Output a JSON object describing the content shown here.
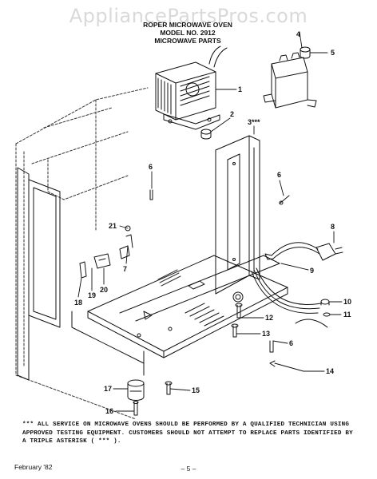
{
  "watermark": "AppliancePartsPros.com",
  "header": {
    "line1": "ROPER MICROWAVE OVEN",
    "line2": "MODEL NO. 2912",
    "line3": "MICROWAVE PARTS"
  },
  "callouts": {
    "c1": "1",
    "c2": "2",
    "c3": "3***",
    "c4": "4",
    "c5": "5",
    "c6a": "6",
    "c6b": "6",
    "c6c": "6",
    "c7": "7",
    "c8": "8",
    "c9": "9",
    "c10": "10",
    "c11": "11",
    "c12": "12",
    "c13": "13",
    "c14": "14",
    "c15": "15",
    "c16": "16",
    "c17": "17",
    "c18": "18",
    "c19": "19",
    "c20": "20",
    "c21": "21"
  },
  "note": "*** ALL SERVICE ON MICROWAVE OVENS SHOULD BE PERFORMED BY A QUALIFIED TECHNICIAN USING APPROVED TESTING EQUIPMENT. CUSTOMERS SHOULD NOT ATTEMPT TO REPLACE PARTS IDENTIFIED BY A TRIPLE ASTERISK ( *** ).",
  "footer": {
    "date": "February '82",
    "page": "– 5 –"
  }
}
